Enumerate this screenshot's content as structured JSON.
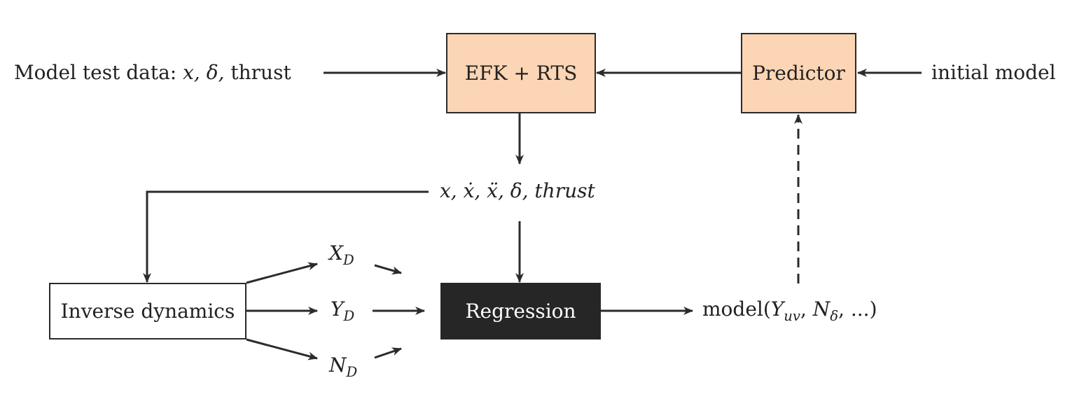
{
  "nodes": {
    "model_test_data_prefix": "Model test data: ",
    "model_test_data_vars": "x, δ,",
    "model_test_data_suffix": " thrust",
    "efk_rts": "EFK + RTS",
    "predictor": "Predictor",
    "initial_model": "initial model",
    "state_vector": "x, ẋ, ẍ, δ, thrust",
    "inverse_dynamics": "Inverse dynamics",
    "regression": "Regression",
    "x_d": {
      "base": "X",
      "sub": "D"
    },
    "y_d": {
      "base": "Y",
      "sub": "D"
    },
    "n_d": {
      "base": "N",
      "sub": "D"
    },
    "model_output": {
      "prefix": "model(",
      "y_base": "Y",
      "y_sub": "uv",
      "sep": ", ",
      "n_base": "N",
      "n_sub": "δ",
      "suffix": ", ...)"
    }
  },
  "colors": {
    "orange_fill": "#fcd5b4",
    "dark_fill": "#262626",
    "stroke": "#2b2b2b"
  }
}
